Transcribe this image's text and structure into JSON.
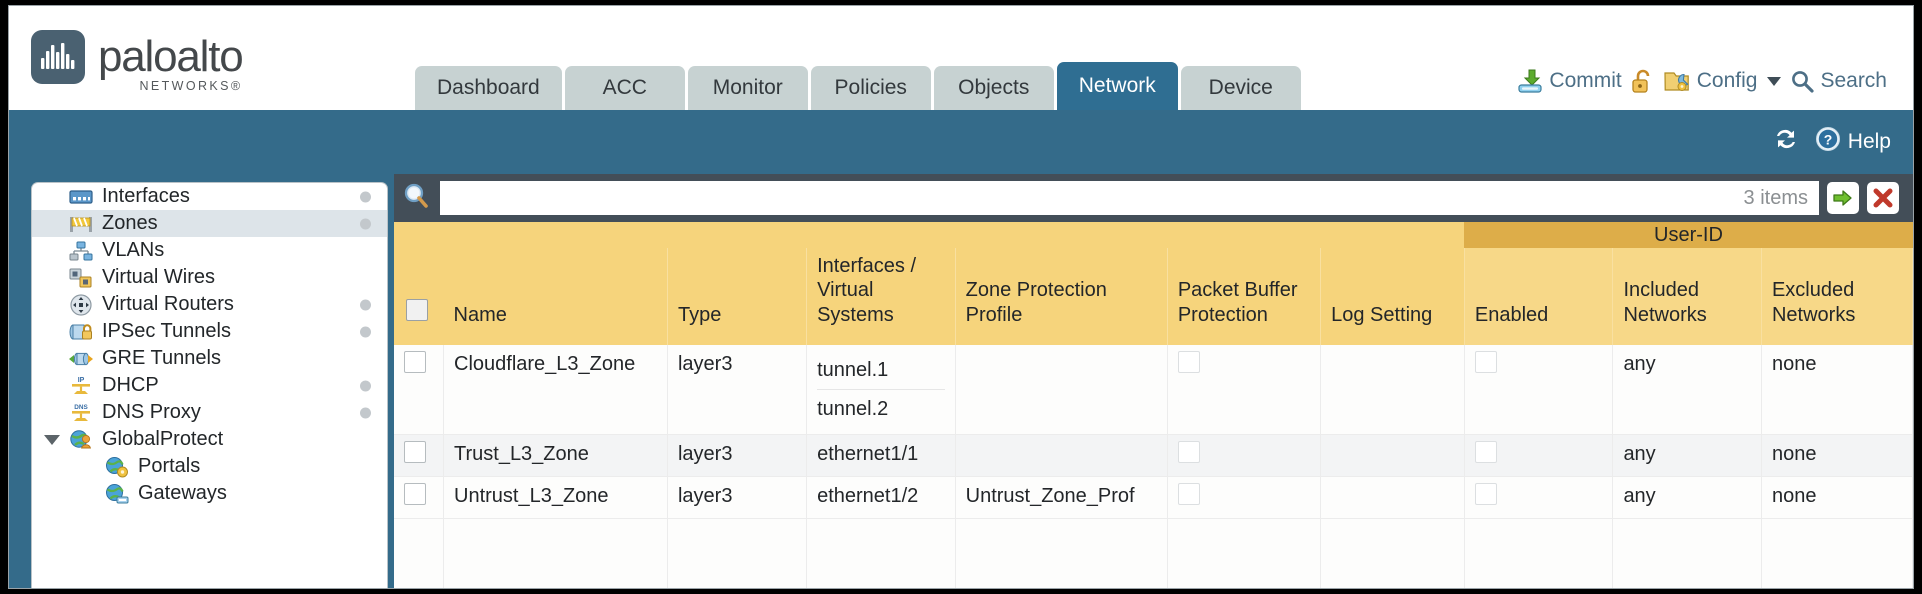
{
  "brand": {
    "name": "paloalto",
    "tagline": "NETWORKS®"
  },
  "tabs": [
    {
      "label": "Dashboard",
      "active": false
    },
    {
      "label": "ACC",
      "active": false
    },
    {
      "label": "Monitor",
      "active": false
    },
    {
      "label": "Policies",
      "active": false
    },
    {
      "label": "Objects",
      "active": false
    },
    {
      "label": "Network",
      "active": true
    },
    {
      "label": "Device",
      "active": false
    }
  ],
  "toolbar": {
    "commit_label": "Commit",
    "config_label": "Config",
    "search_label": "Search"
  },
  "blueband": {
    "help_label": "Help"
  },
  "sidebar": {
    "items": [
      {
        "label": "Interfaces",
        "icon": "interfaces-icon",
        "selected": false,
        "dot": true,
        "child": false,
        "expander": false
      },
      {
        "label": "Zones",
        "icon": "zones-icon",
        "selected": true,
        "dot": true,
        "child": false,
        "expander": false
      },
      {
        "label": "VLANs",
        "icon": "vlans-icon",
        "selected": false,
        "dot": false,
        "child": false,
        "expander": false
      },
      {
        "label": "Virtual Wires",
        "icon": "virtual-wires-icon",
        "selected": false,
        "dot": false,
        "child": false,
        "expander": false
      },
      {
        "label": "Virtual Routers",
        "icon": "virtual-routers-icon",
        "selected": false,
        "dot": true,
        "child": false,
        "expander": false
      },
      {
        "label": "IPSec Tunnels",
        "icon": "ipsec-tunnels-icon",
        "selected": false,
        "dot": true,
        "child": false,
        "expander": false
      },
      {
        "label": "GRE Tunnels",
        "icon": "gre-tunnels-icon",
        "selected": false,
        "dot": false,
        "child": false,
        "expander": false
      },
      {
        "label": "DHCP",
        "icon": "dhcp-icon",
        "selected": false,
        "dot": true,
        "child": false,
        "expander": false
      },
      {
        "label": "DNS Proxy",
        "icon": "dns-proxy-icon",
        "selected": false,
        "dot": true,
        "child": false,
        "expander": false
      },
      {
        "label": "GlobalProtect",
        "icon": "globalprotect-icon",
        "selected": false,
        "dot": false,
        "child": false,
        "expander": true
      },
      {
        "label": "Portals",
        "icon": "portals-icon",
        "selected": false,
        "dot": false,
        "child": true,
        "expander": false
      },
      {
        "label": "Gateways",
        "icon": "gateways-icon",
        "selected": false,
        "dot": false,
        "child": true,
        "expander": false
      }
    ]
  },
  "search": {
    "value": "",
    "items_count": "3 items"
  },
  "table": {
    "group_header": "User-ID",
    "columns": [
      "Name",
      "Type",
      "Interfaces / Virtual Systems",
      "Zone Protection Profile",
      "Packet Buffer Protection",
      "Log Setting",
      "Enabled",
      "Included Networks",
      "Excluded Networks"
    ],
    "rows": [
      {
        "name": "Cloudflare_L3_Zone",
        "type": "layer3",
        "interfaces": [
          "tunnel.1",
          "tunnel.2"
        ],
        "zone_protection_profile": "",
        "packet_buffer_protection": false,
        "log_setting": "",
        "userid_enabled": false,
        "included_networks": "any",
        "excluded_networks": "none"
      },
      {
        "name": "Trust_L3_Zone",
        "type": "layer3",
        "interfaces": [
          "ethernet1/1"
        ],
        "zone_protection_profile": "",
        "packet_buffer_protection": false,
        "log_setting": "",
        "userid_enabled": false,
        "included_networks": "any",
        "excluded_networks": "none"
      },
      {
        "name": "Untrust_L3_Zone",
        "type": "layer3",
        "interfaces": [
          "ethernet1/2"
        ],
        "zone_protection_profile": "Untrust_Zone_Prof",
        "packet_buffer_protection": false,
        "log_setting": "",
        "userid_enabled": false,
        "included_networks": "any",
        "excluded_networks": "none"
      }
    ]
  },
  "colors": {
    "active_tab": "#2f6e92",
    "tab": "#c7d2d2",
    "blue_band": "#346b8a",
    "table_header": "#f6d47c",
    "group_header": "#ddad49",
    "link": "#3f7f9c",
    "search_bar": "#434e58"
  }
}
